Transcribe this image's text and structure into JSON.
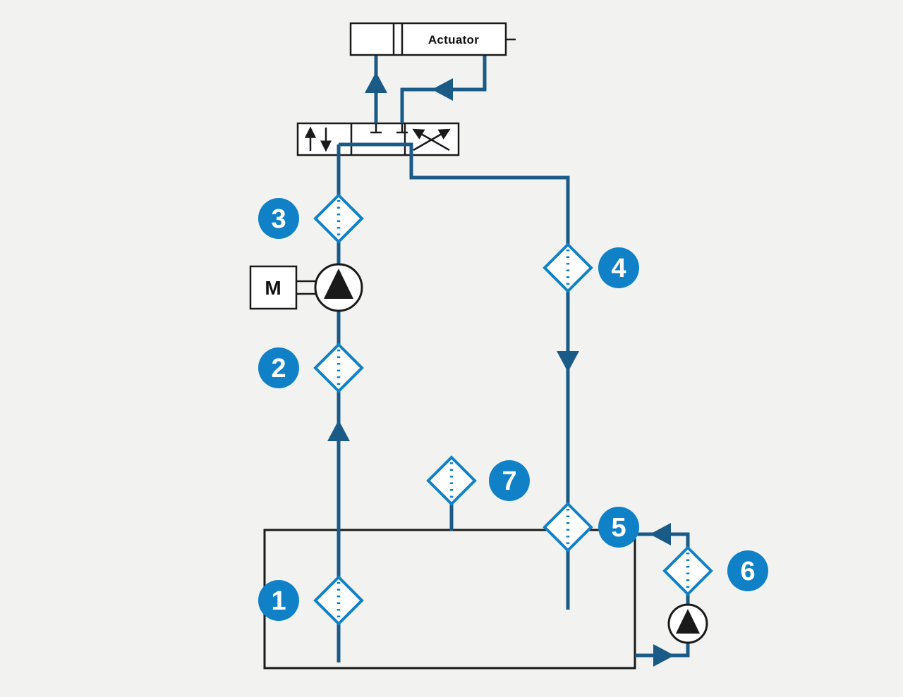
{
  "colors": {
    "background": "#f2f2f0",
    "pipe_blue": "#1a5a87",
    "filter_blue": "#1081c6",
    "marker_blue": "#1081c6",
    "symbol_black": "#1a1a1a",
    "symbol_white": "#ffffff",
    "marker_number_white": "#ffffff"
  },
  "labels": {
    "actuator": "Actuator",
    "motor": "M"
  },
  "markers": [
    {
      "number": "1"
    },
    {
      "number": "2"
    },
    {
      "number": "3"
    },
    {
      "number": "4"
    },
    {
      "number": "5"
    },
    {
      "number": "6"
    },
    {
      "number": "7"
    }
  ]
}
